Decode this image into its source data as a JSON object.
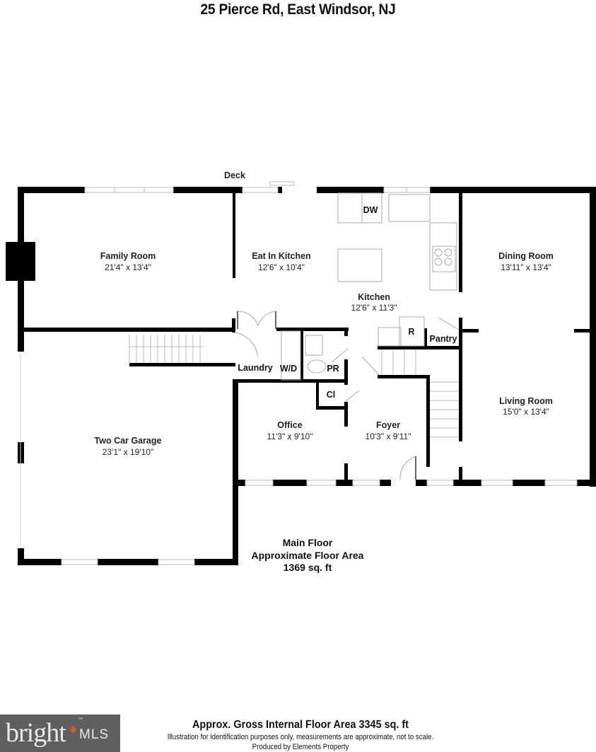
{
  "header": {
    "title": "25 Pierce Rd, East Windsor, NJ"
  },
  "exterior_labels": {
    "deck": "Deck"
  },
  "rooms": [
    {
      "name": "Family Room",
      "dims": "21'4\" x 13'4\""
    },
    {
      "name": "Eat In Kitchen",
      "dims": "12'6\" x 10'4\""
    },
    {
      "name": "Dining Room",
      "dims": "13'11\" x 13'4\""
    },
    {
      "name": "Kitchen",
      "dims": "12'6\" x 11'3\""
    },
    {
      "name": "Two Car Garage",
      "dims": "23'1\" x 19'10\""
    },
    {
      "name": "Living Room",
      "dims": "15'0\" x 13'4\""
    },
    {
      "name": "Office",
      "dims": "11'3\" x 9'10\""
    },
    {
      "name": "Foyer",
      "dims": "10'3\" x 9'11\""
    }
  ],
  "fixtures": {
    "dishwasher": "DW",
    "refrigerator": "R",
    "pantry": "Pantry",
    "laundry": "Laundry",
    "washer_dryer": "W/D",
    "powder_room": "PR",
    "closet": "Cl"
  },
  "floor_summary": {
    "floor_name": "Main Floor",
    "area_label": "Approximate Floor Area",
    "area_value": "1369 sq. ft"
  },
  "footer": {
    "gross_area": "Approx. Gross Internal Floor Area 3345 sq. ft",
    "disclaimer": "Illustration for identification purposes only, measurements are approximate, not to scale.",
    "producer": "Produced by Elements Property"
  },
  "logo": {
    "brand": "bright",
    "suffix": "MLS",
    "tm": "™",
    "accent_color": "#e0532a",
    "bg_color": "#5f5f5f"
  }
}
